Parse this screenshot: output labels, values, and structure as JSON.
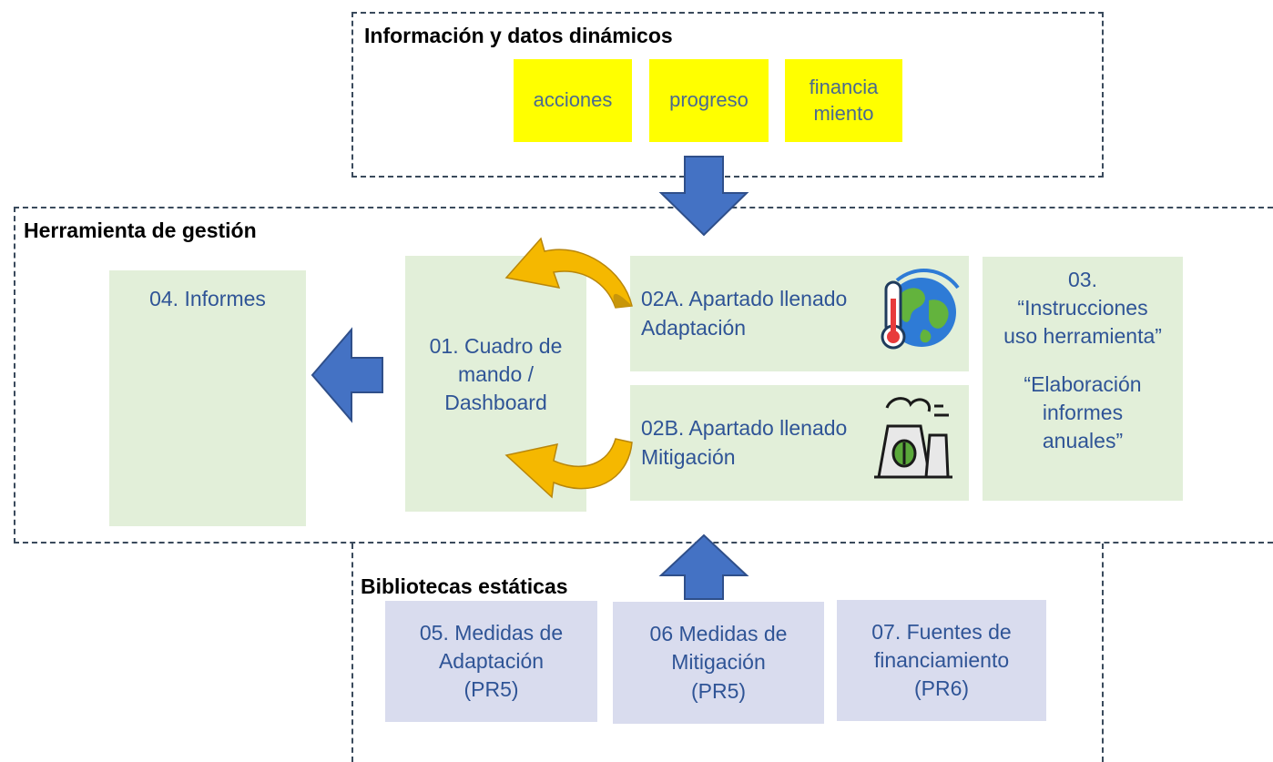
{
  "dynamic": {
    "title": "Información y datos dinámicos",
    "items": [
      "acciones",
      "progreso",
      "financia\nmiento"
    ]
  },
  "tool": {
    "title": "Herramienta de gestión",
    "informes": "04. Informes",
    "dashboard": "01. Cuadro de\nmando /\nDashboard",
    "adaptacion": "02A. Apartado llenado\nAdaptación",
    "mitigacion": "02B. Apartado llenado\nMitigación",
    "instrucciones": "03.\n“Instrucciones\nuso herramienta”",
    "elaboracion": "“Elaboración\ninformes\nanuales”"
  },
  "static": {
    "title": "Bibliotecas estáticas",
    "items": [
      "05. Medidas de\nAdaptación\n(PR5)",
      "06 Medidas de\nMitigación\n(PR5)",
      "07. Fuentes de\nfinanciamiento\n(PR6)"
    ]
  },
  "colors": {
    "yellow": "#ffff00",
    "green": "#e2efd9",
    "lavender": "#d9dcee",
    "arrow_blue": "#4472c4",
    "cycle_gold": "#f5b800"
  },
  "icons": [
    "globe-thermometer-icon",
    "factory-leaf-icon"
  ]
}
